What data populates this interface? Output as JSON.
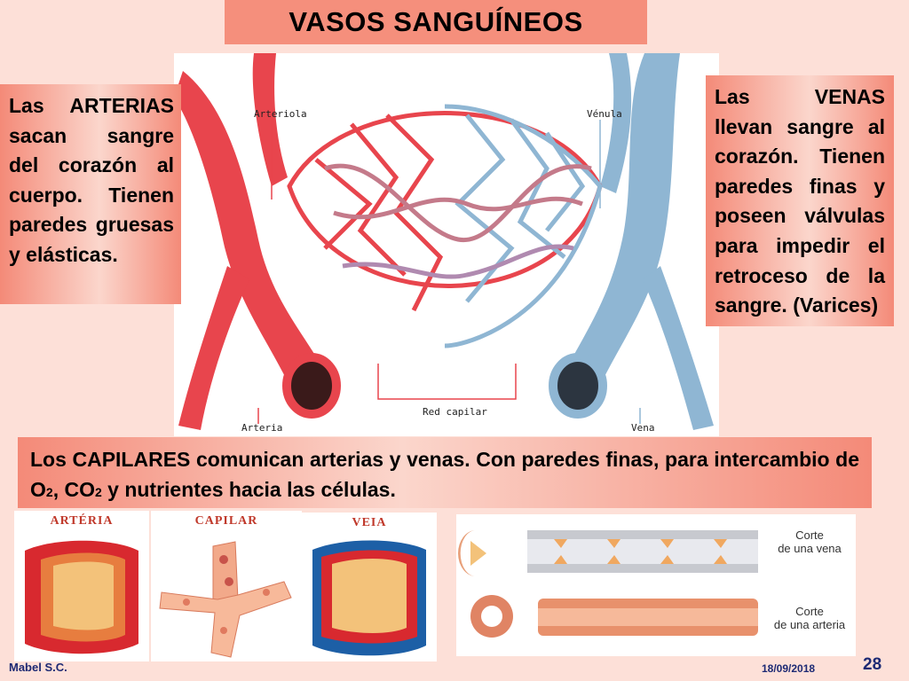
{
  "title": "VASOS SANGUÍNEOS",
  "arteries_text": "Las ARTERIAS sacan sangre del corazón al cuerpo. Tienen paredes gruesas y elásticas.",
  "veins_text": "Las VENAS llevan sangre al corazón. Tienen paredes finas y poseen válvulas para impedir el retroceso de la sangre. (Varices)",
  "capillaries_text": {
    "part1": "Los CAPILARES comunican arterias y venas. Con paredes finas, para intercambio de O",
    "sub1": "2",
    "sep": ", CO",
    "sub2": "2",
    "part2": " y nutrientes hacia las células."
  },
  "figure_labels": {
    "arteriola": "Arteriola",
    "venula": "Vénula",
    "red_capilar": "Red capilar",
    "arteria": "Arteria",
    "vena": "Vena"
  },
  "panels": {
    "arteria": "ARTÉRIA",
    "capilar": "CAPILAR",
    "vena": "VEIA"
  },
  "cross_sections": {
    "vein_line1": "Corte",
    "vein_line2": "de una vena",
    "artery_line1": "Corte",
    "artery_line2": "de una arteria"
  },
  "footer": {
    "author": "Mabel S.C.",
    "date": "18/09/2018",
    "page": "28"
  },
  "colors": {
    "artery_red": "#e8454d",
    "vein_blue": "#8fb6d3",
    "box_salmon": "#f48a78",
    "footer_blue": "#1d2a74"
  }
}
